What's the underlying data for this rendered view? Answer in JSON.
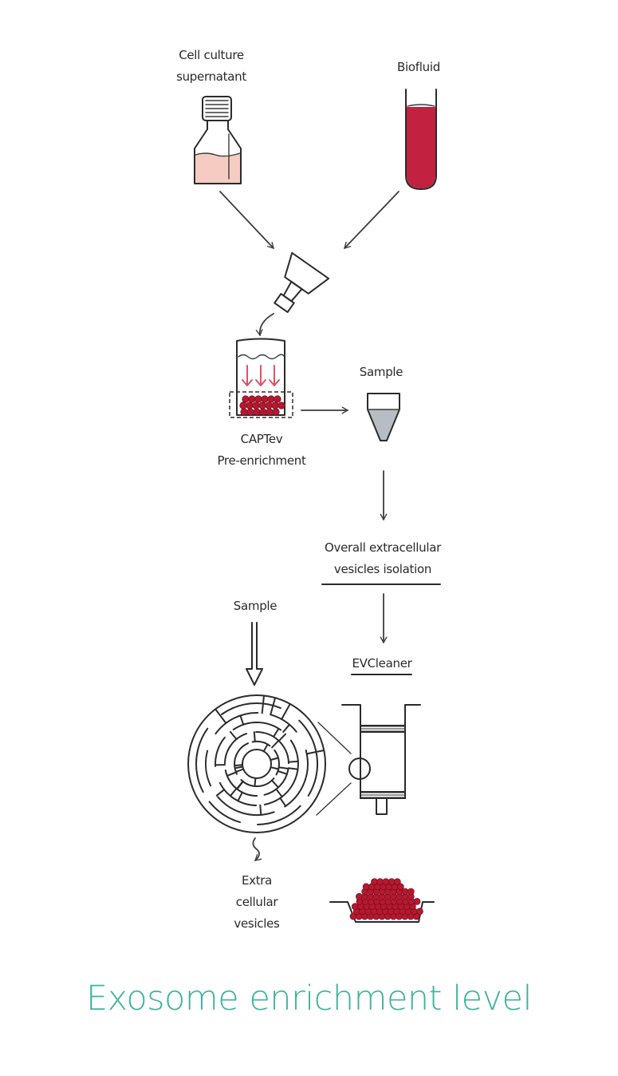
{
  "diagram": {
    "labels": {
      "cell_culture_l1": "Cell culture",
      "cell_culture_l2": "supernatant",
      "biofluid": "Biofluid",
      "captev_l1": "CAPTev",
      "captev_l2": "Pre-enrichment",
      "sample_top": "Sample",
      "overall_l1": "Overall extracellular",
      "overall_l2": "vesicles isolation",
      "evcleaner": "EVCleaner",
      "sample_left": "Sample",
      "ev_l1": "Extra",
      "ev_l2": "cellular",
      "ev_l3": "vesicles"
    },
    "title": "Exosome enrichment level"
  },
  "colors": {
    "title": "#3fb39b",
    "supernatant": "#f6cbc1",
    "biofluid": "#c2213f",
    "bead": "#b8182f",
    "pink_arrow": "#e0506a",
    "sample_fluid": "#b8bdc4",
    "ink": "#2b2b2b"
  }
}
